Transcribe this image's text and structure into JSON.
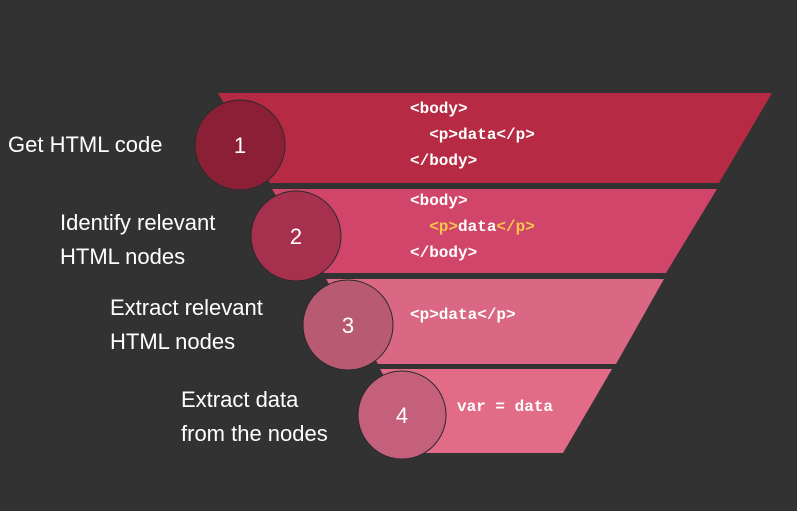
{
  "steps": [
    {
      "number": "1",
      "label_lines": [
        "Get HTML code"
      ],
      "band_color": "#b62b43",
      "circle_color": "#8b1f36",
      "code_lines": [
        [
          {
            "t": "<body>",
            "hl": false
          }
        ],
        [
          {
            "t": "  <p>data</p>",
            "hl": false
          }
        ],
        [
          {
            "t": "</body>",
            "hl": false
          }
        ]
      ]
    },
    {
      "number": "2",
      "label_lines": [
        "Identify relevant",
        "HTML nodes"
      ],
      "band_color": "#d1456a",
      "circle_color": "#a8304f",
      "code_lines": [
        [
          {
            "t": "<body>",
            "hl": false
          }
        ],
        [
          {
            "t": "  ",
            "hl": false
          },
          {
            "t": "<p>",
            "hl": true
          },
          {
            "t": "data",
            "hl": false
          },
          {
            "t": "</p>",
            "hl": true
          }
        ],
        [
          {
            "t": "</body>",
            "hl": false
          }
        ]
      ]
    },
    {
      "number": "3",
      "label_lines": [
        "Extract relevant",
        "HTML nodes"
      ],
      "band_color": "#da6784",
      "circle_color": "#b85a72",
      "code_lines": [
        [
          {
            "t": "<p>data</p>",
            "hl": false
          }
        ]
      ]
    },
    {
      "number": "4",
      "label_lines": [
        "Extract data",
        "from the nodes"
      ],
      "band_color": "#e26c88",
      "circle_color": "#c4607b",
      "code_lines": [
        [
          {
            "t": "var = data",
            "hl": false
          }
        ]
      ]
    }
  ],
  "highlight_color": "#f6c64a"
}
